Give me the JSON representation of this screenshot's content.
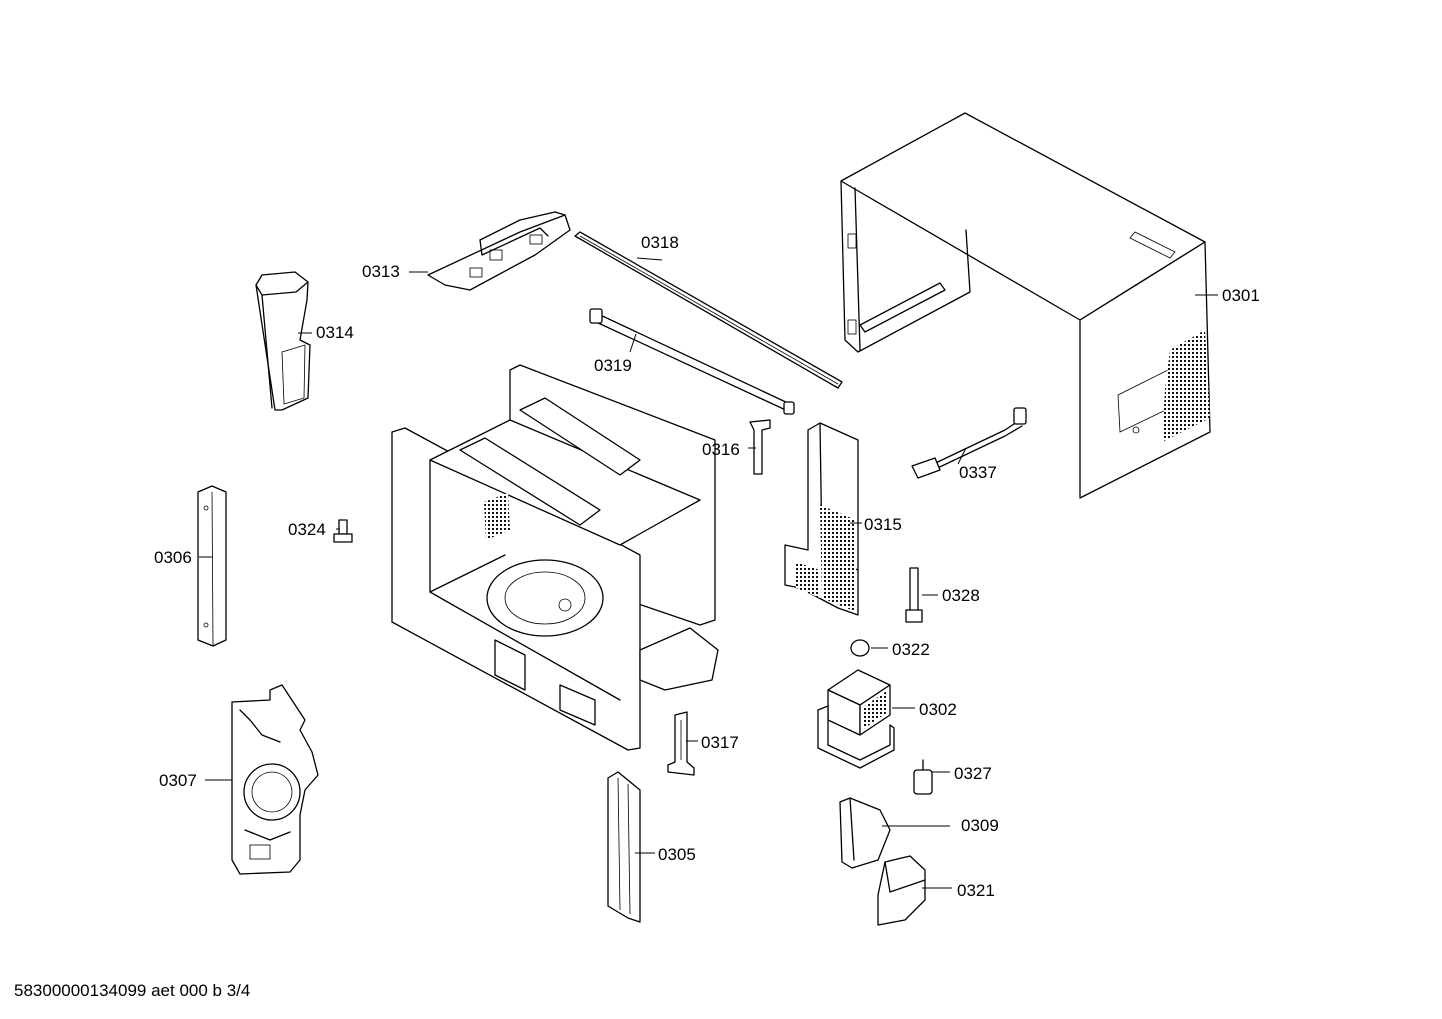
{
  "diagram": {
    "parts": [
      {
        "id": "0301",
        "label": "0301"
      },
      {
        "id": "0302",
        "label": "0302"
      },
      {
        "id": "0305",
        "label": "0305"
      },
      {
        "id": "0306",
        "label": "0306"
      },
      {
        "id": "0307",
        "label": "0307"
      },
      {
        "id": "0309",
        "label": "0309"
      },
      {
        "id": "0313",
        "label": "0313"
      },
      {
        "id": "0314",
        "label": "0314"
      },
      {
        "id": "0315",
        "label": "0315"
      },
      {
        "id": "0316",
        "label": "0316"
      },
      {
        "id": "0317",
        "label": "0317"
      },
      {
        "id": "0318",
        "label": "0318"
      },
      {
        "id": "0319",
        "label": "0319"
      },
      {
        "id": "0321",
        "label": "0321"
      },
      {
        "id": "0322",
        "label": "0322"
      },
      {
        "id": "0324",
        "label": "0324"
      },
      {
        "id": "0327",
        "label": "0327"
      },
      {
        "id": "0328",
        "label": "0328"
      },
      {
        "id": "0337",
        "label": "0337"
      }
    ],
    "footer": "58300000134099 aet 000 b 3/4"
  }
}
